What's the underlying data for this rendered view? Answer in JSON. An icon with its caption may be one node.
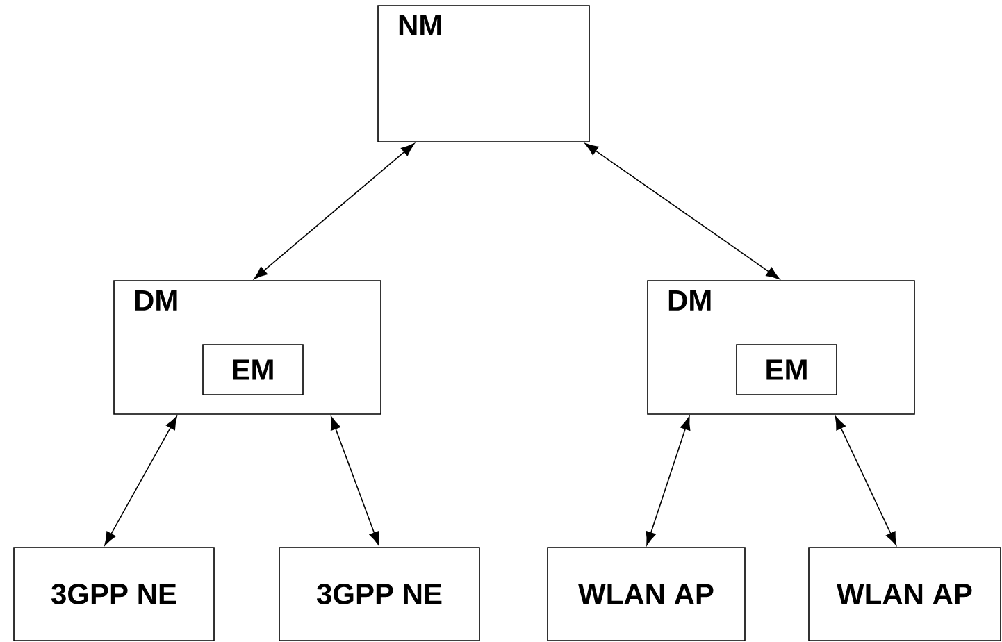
{
  "diagram": {
    "nodes": [
      {
        "text": [
          "NM"
        ]
      },
      {
        "text": [
          "DM"
        ]
      },
      {
        "text": [
          "EM"
        ],
        "in": 1
      },
      {
        "text": [
          "DM"
        ]
      },
      {
        "text": [
          "EM"
        ],
        "in": 3
      },
      {
        "text": [
          "3GPP NE"
        ]
      },
      {
        "text": [
          "3GPP NE"
        ]
      },
      {
        "text": [
          "WLAN AP"
        ]
      },
      {
        "text": [
          "WLAN AP"
        ]
      }
    ],
    "edges": [
      {
        "from": 0,
        "to": 1,
        "arrow": "both"
      },
      {
        "from": 0,
        "to": 3,
        "arrow": "both"
      },
      {
        "from": 1,
        "to": 5,
        "arrow": "both"
      },
      {
        "from": 1,
        "to": 6,
        "arrow": "both"
      },
      {
        "from": 3,
        "to": 7,
        "arrow": "both"
      },
      {
        "from": 3,
        "to": 8,
        "arrow": "both"
      }
    ]
  }
}
